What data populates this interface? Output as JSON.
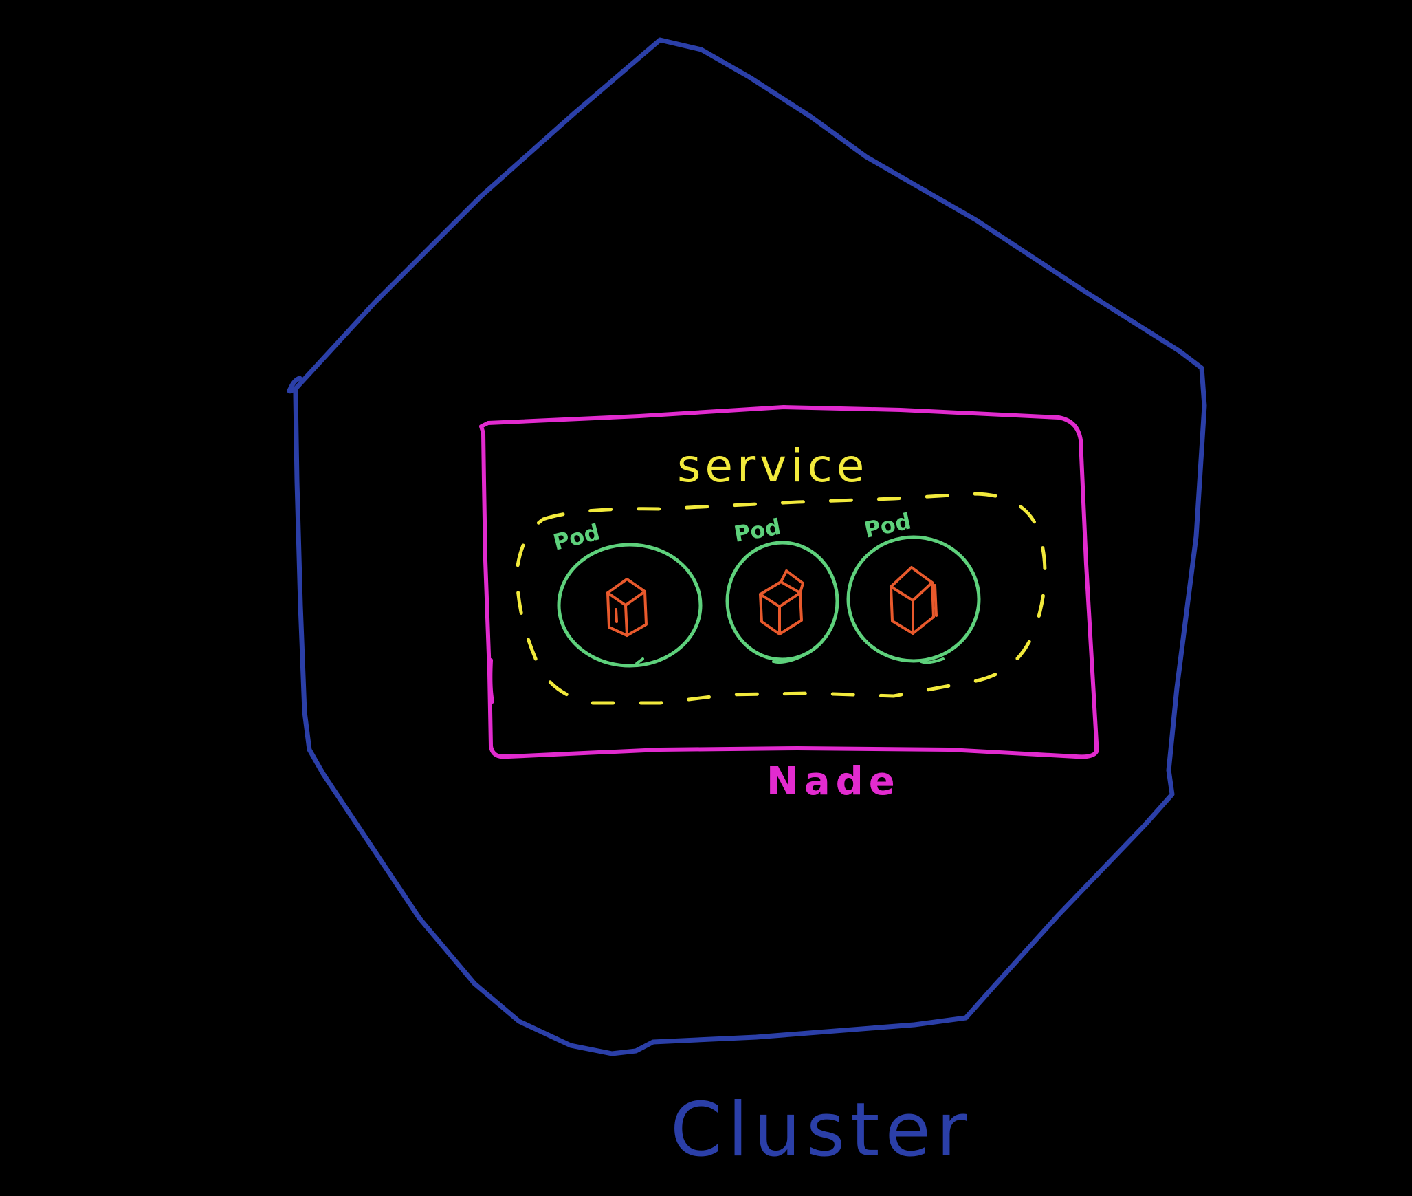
{
  "diagram": {
    "cluster": {
      "label": "Cluster",
      "color": "#2b3fa8"
    },
    "node": {
      "label": "Nade",
      "color": "#e22bcf"
    },
    "service": {
      "label": "service",
      "color": "#f2ea3c"
    },
    "pods": [
      {
        "label": "Pod",
        "color": "#5ed17c",
        "container_icon": "cube-icon"
      },
      {
        "label": "Pod",
        "color": "#5ed17c",
        "container_icon": "cube-icon"
      },
      {
        "label": "Pod",
        "color": "#5ed17c",
        "container_icon": "cube-icon"
      }
    ],
    "container_color": "#e8592c"
  }
}
